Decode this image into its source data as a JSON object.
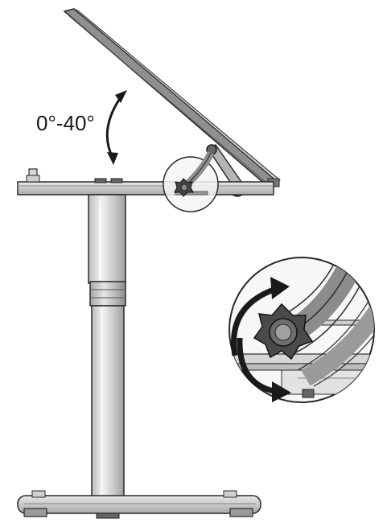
{
  "diagram": {
    "angle_label": "0°-40°"
  },
  "colors": {
    "line": "#2a2a2a",
    "metal_light": "#d9d9d9",
    "metal_mid": "#b8b8b8",
    "metal_dark": "#8c8c8c",
    "panel": "#9a9a9a",
    "arrow": "#1a1a1a",
    "background": "#ffffff"
  },
  "parts": [
    {
      "name": "tilting-tabletop",
      "icon": "tabletop"
    },
    {
      "name": "fixed-desk-surface",
      "icon": "desk-plate"
    },
    {
      "name": "tilt-bracket",
      "icon": "curved-slot-bracket"
    },
    {
      "name": "star-knob",
      "icon": "star-knob-icon"
    },
    {
      "name": "height-column",
      "icon": "telescopic-column"
    },
    {
      "name": "base-foot",
      "icon": "base-foot"
    },
    {
      "name": "detail-magnifier",
      "icon": "magnifier-circle"
    },
    {
      "name": "rotate-arrows",
      "icon": "rotate-arrows-icon"
    }
  ]
}
